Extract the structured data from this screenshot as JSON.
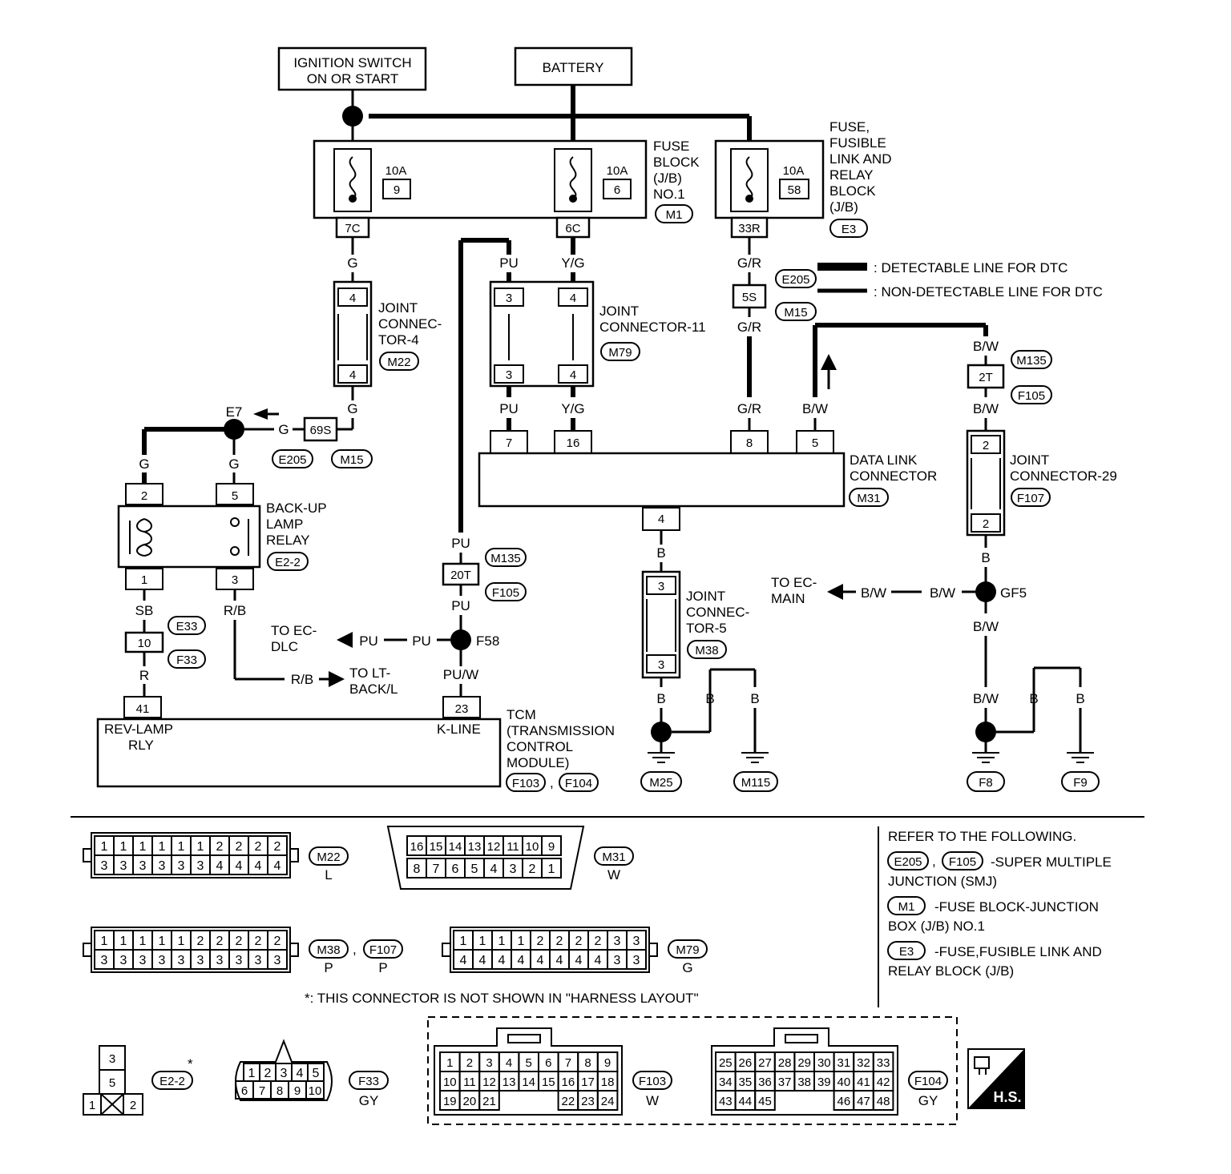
{
  "sources": {
    "ignition": [
      "IGNITION SWITCH",
      "ON OR START"
    ],
    "battery": "BATTERY"
  },
  "fuse_block_1": {
    "title": [
      "FUSE",
      "BLOCK",
      "(J/B)",
      "NO.1"
    ],
    "id": "M1",
    "fuses": [
      {
        "rating": "10A",
        "num": "9",
        "terminal": "7C"
      },
      {
        "rating": "10A",
        "num": "6",
        "terminal": "6C"
      }
    ]
  },
  "fuse_block_2": {
    "title": [
      "FUSE,",
      "FUSIBLE",
      "LINK AND",
      "RELAY",
      "BLOCK",
      "(J/B)"
    ],
    "id": "E3",
    "fuse": {
      "rating": "10A",
      "num": "58",
      "terminal": "33R"
    }
  },
  "legend": {
    "detectable": ": DETECTABLE LINE FOR DTC",
    "non_detectable": ": NON-DETECTABLE LINE FOR DTC"
  },
  "joint_connector_4": {
    "name": [
      "JOINT",
      "CONNEC-",
      "TOR-4"
    ],
    "id": "M22",
    "pin_top": "4",
    "pin_bottom": "4"
  },
  "joint_connector_11": {
    "name": [
      "JOINT",
      "CONNECTOR-11"
    ],
    "id": "M79",
    "pins_top": [
      "3",
      "4"
    ],
    "pins_bottom": [
      "3",
      "4"
    ]
  },
  "joint_connector_29": {
    "name": [
      "JOINT",
      "CONNECTOR-29"
    ],
    "id": "F107",
    "pin_top": "2",
    "pin_bottom": "2"
  },
  "joint_connector_5": {
    "name": [
      "JOINT",
      "CONNEC-",
      "TOR-5"
    ],
    "id": "M38",
    "pin_top": "3",
    "pin_bottom": "3"
  },
  "data_link_connector": {
    "name": [
      "DATA LINK",
      "CONNECTOR"
    ],
    "id": "M31",
    "pins": [
      "7",
      "16",
      "8",
      "5"
    ],
    "bottom_pin": "4"
  },
  "backup_lamp_relay": {
    "name": [
      "BACK-UP",
      "LAMP",
      "RELAY"
    ],
    "id": "E2-2",
    "pins": [
      "2",
      "5",
      "1",
      "3"
    ]
  },
  "tcm": {
    "name": [
      "TCM",
      "(TRANSMISSION",
      "CONTROL",
      "MODULE)"
    ],
    "ids": [
      "F103",
      "F104"
    ],
    "sep": ",",
    "terminal_rev": "REV-LAMP",
    "terminal_rev2": "RLY",
    "terminal_k": "K-LINE",
    "pins": [
      "41",
      "23"
    ]
  },
  "splices": {
    "e7": "E7",
    "f58": "F58",
    "gf5": "GF5"
  },
  "in_line": {
    "c69s": "69S",
    "c5s": "5S",
    "c2t": "2T",
    "c20t": "20T",
    "c10": "10",
    "e205": "E205",
    "m15": "M15",
    "m135": "M135",
    "f105": "F105",
    "e33": "E33",
    "f33": "F33"
  },
  "wire_colors": {
    "g": "G",
    "yg": "Y/G",
    "pu": "PU",
    "gr": "G/R",
    "bw": "B/W",
    "b": "B",
    "sb": "SB",
    "rb": "R/B",
    "r": "R",
    "puw": "PU/W"
  },
  "arrows": {
    "ec_dlc": [
      "TO EC-",
      "DLC"
    ],
    "lt_back": [
      "TO LT-",
      "BACK/L"
    ],
    "ec_main": [
      "TO EC-",
      "MAIN"
    ]
  },
  "grounds": [
    "M25",
    "M115",
    "F8",
    "F9"
  ],
  "connector_views": {
    "m22": {
      "id": "M22",
      "color": "L",
      "top": [
        "1",
        "1",
        "1",
        "1",
        "1",
        "1",
        "2",
        "2",
        "2",
        "2"
      ],
      "bottom": [
        "3",
        "3",
        "3",
        "3",
        "3",
        "3",
        "4",
        "4",
        "4",
        "4"
      ]
    },
    "m31": {
      "id": "M31",
      "color": "W",
      "top": [
        "16",
        "15",
        "14",
        "13",
        "12",
        "11",
        "10",
        "9"
      ],
      "bottom": [
        "8",
        "7",
        "6",
        "5",
        "4",
        "3",
        "2",
        "1"
      ]
    },
    "m38": {
      "ids": [
        "M38",
        "F107"
      ],
      "sep": ",",
      "colors": [
        "P",
        "P"
      ],
      "top": [
        "1",
        "1",
        "1",
        "1",
        "1",
        "2",
        "2",
        "2",
        "2",
        "2"
      ],
      "bottom": [
        "3",
        "3",
        "3",
        "3",
        "3",
        "3",
        "3",
        "3",
        "3",
        "3"
      ]
    },
    "m79": {
      "id": "M79",
      "color": "G",
      "top": [
        "1",
        "1",
        "1",
        "1",
        "2",
        "2",
        "2",
        "2",
        "3",
        "3"
      ],
      "bottom": [
        "4",
        "4",
        "4",
        "4",
        "4",
        "4",
        "4",
        "4",
        "3",
        "3"
      ]
    },
    "e22": {
      "id": "E2-2",
      "star": "*",
      "pins": [
        "3",
        "5",
        "1",
        "2"
      ]
    },
    "f33": {
      "id": "F33",
      "color": "GY",
      "top": [
        "1",
        "2",
        "3",
        "4",
        "5"
      ],
      "bottom": [
        "6",
        "7",
        "8",
        "9",
        "10"
      ]
    },
    "f103": {
      "id": "F103",
      "color": "W",
      "rows": [
        [
          "1",
          "2",
          "3",
          "4",
          "5",
          "6",
          "7",
          "8",
          "9"
        ],
        [
          "10",
          "11",
          "12",
          "13",
          "14",
          "15",
          "16",
          "17",
          "18"
        ],
        [
          "19",
          "20",
          "21",
          "22",
          "23",
          "24"
        ]
      ]
    },
    "f104": {
      "id": "F104",
      "color": "GY",
      "rows": [
        [
          "25",
          "26",
          "27",
          "28",
          "29",
          "30",
          "31",
          "32",
          "33"
        ],
        [
          "34",
          "35",
          "36",
          "37",
          "38",
          "39",
          "40",
          "41",
          "42"
        ],
        [
          "43",
          "44",
          "45",
          "46",
          "47",
          "48"
        ]
      ]
    }
  },
  "note": "*: THIS CONNECTOR IS NOT SHOWN IN \"HARNESS LAYOUT\"",
  "refer": {
    "title": "REFER TO THE FOLLOWING.",
    "smj_ids": [
      "E205",
      "F105"
    ],
    "smj_sep": ",",
    "smj": [
      "-SUPER MULTIPLE",
      "JUNCTION (SMJ)"
    ],
    "m1_id": "M1",
    "m1": [
      "-FUSE BLOCK-JUNCTION",
      "BOX (J/B) NO.1"
    ],
    "e3_id": "E3",
    "e3": [
      "-FUSE,FUSIBLE LINK AND",
      "RELAY BLOCK (J/B)"
    ]
  },
  "hs_badge": "H.S."
}
